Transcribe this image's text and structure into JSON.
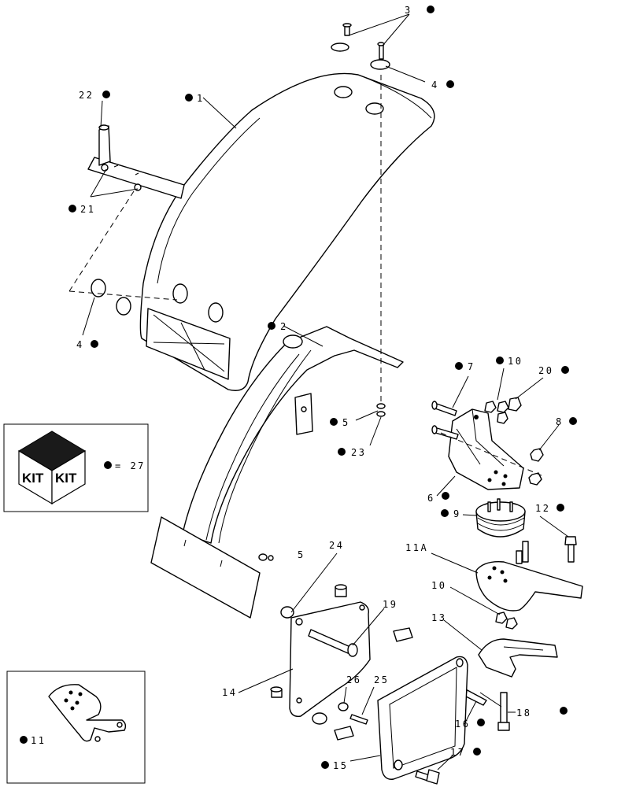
{
  "callouts": {
    "c1": "1",
    "c2": "2",
    "c3": "3",
    "c4_top": "4",
    "c4_left": "4",
    "c5_mid": "5",
    "c5_low": "5",
    "c6": "6",
    "c7": "7",
    "c8": "8",
    "c9": "9",
    "c10_top": "10",
    "c10_low": "10",
    "c11": "11",
    "c11a": "11A",
    "c12": "12",
    "c13": "13",
    "c14": "14",
    "c15": "15",
    "c16": "16",
    "c17": "17",
    "c18": "18",
    "c19": "19",
    "c20": "20",
    "c21": "21",
    "c22": "22",
    "c23": "23",
    "c24": "24",
    "c25": "25",
    "c26": "26"
  },
  "kit_legend": {
    "box_left": "KIT",
    "box_right": "KIT",
    "reference": "= 27"
  },
  "icons": [
    "kit-box-icon",
    "kit-bullet-icon"
  ]
}
